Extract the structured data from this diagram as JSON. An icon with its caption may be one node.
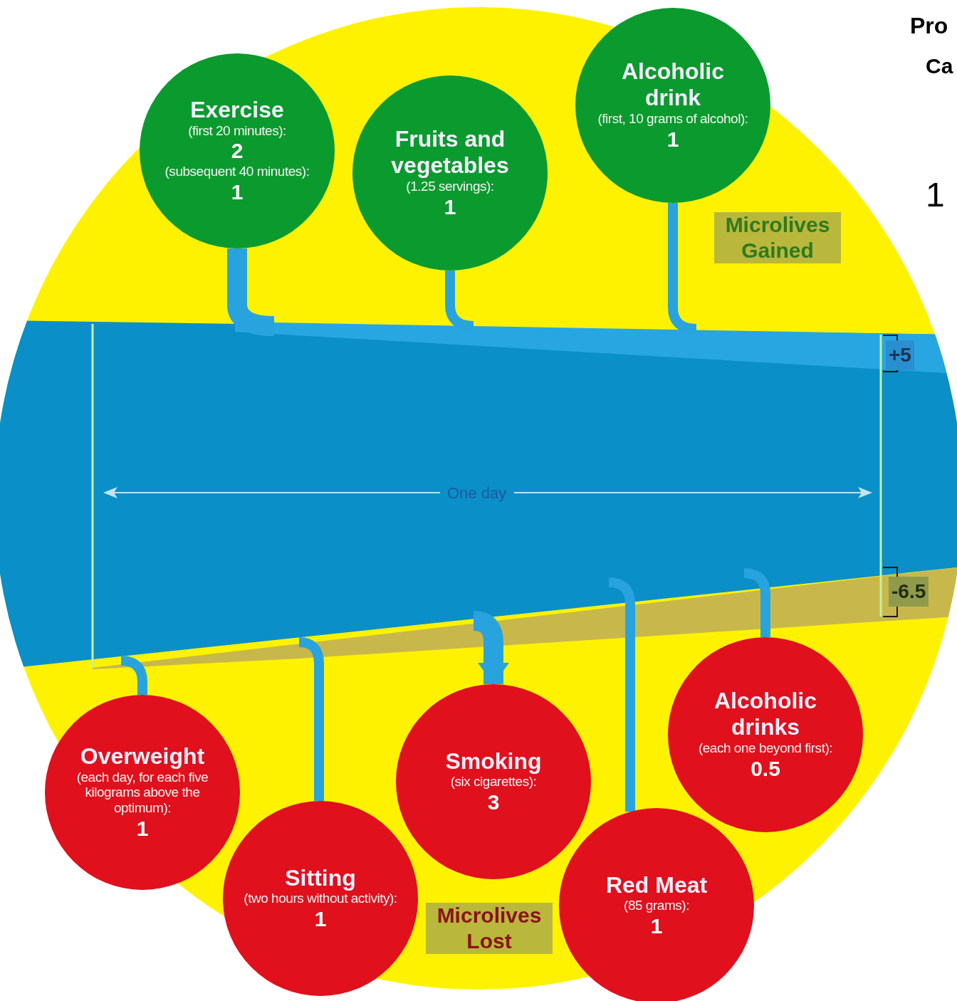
{
  "diagram": {
    "nodes": [
      {
        "text": [],
        "shape": "bar"
      },
      {
        "text": [
          "Exercise",
          "(first 20 minutes):",
          "2",
          "(subsequent 40 minutes):",
          "1"
        ]
      },
      {
        "text": [
          "Fruits and vegetables",
          "(1.25 servings):",
          "1"
        ]
      },
      {
        "text": [
          "Alcoholic drink",
          "(first, 10 grams of alcohol):",
          "1"
        ]
      },
      {
        "text": [
          "Overweight",
          "(each day, for each five kilograms above the optimum):",
          "1"
        ]
      },
      {
        "text": [
          "Sitting",
          "(two hours without activity):",
          "1"
        ]
      },
      {
        "text": [
          "Smoking",
          "(six cigarettes):",
          "3"
        ]
      },
      {
        "text": [
          "Red Meat",
          "(85 grams):",
          "1"
        ]
      },
      {
        "text": [
          "Alcoholic drinks",
          "(each one beyond first):",
          "0.5"
        ]
      }
    ],
    "edges": [
      {
        "from": 1,
        "to": 0,
        "arrow": "none",
        "style": "thick"
      },
      {
        "from": 2,
        "to": 0,
        "arrow": "none"
      },
      {
        "from": 3,
        "to": 0,
        "arrow": "none"
      },
      {
        "from": 0,
        "to": 4,
        "arrow": "none"
      },
      {
        "from": 0,
        "to": 5,
        "arrow": "none"
      },
      {
        "from": 0,
        "to": 6,
        "arrow": "to",
        "style": "thick"
      },
      {
        "from": 0,
        "to": 7,
        "arrow": "none"
      },
      {
        "from": 0,
        "to": 8,
        "arrow": "none"
      }
    ],
    "labels": [
      "Pro",
      "Ca",
      "1",
      "Microlives Gained",
      "+5",
      "One day",
      "-6.5",
      "Microlives Lost"
    ]
  }
}
